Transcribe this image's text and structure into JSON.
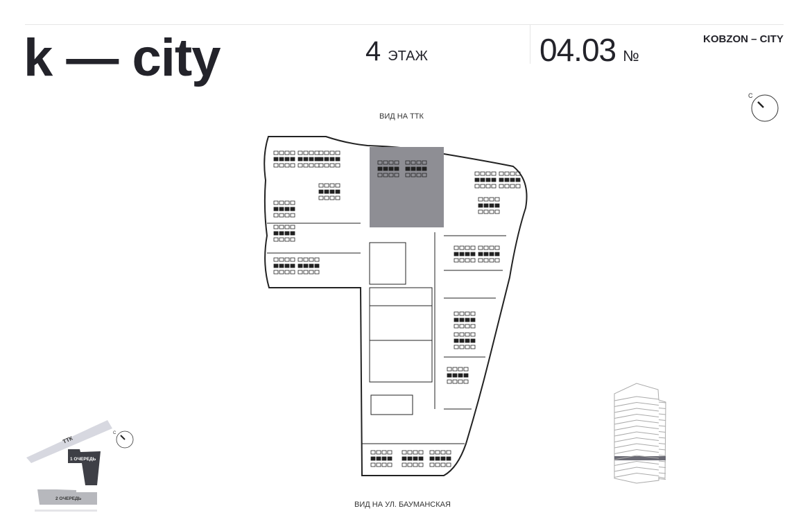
{
  "header": {
    "logo": "k — city",
    "floor_number": "4",
    "floor_label": "ЭТАЖ",
    "unit_number": "04.03",
    "unit_sign": "№",
    "brand": "KOBZON – CITY"
  },
  "plan": {
    "view_top": "ВИД НА ТТК",
    "view_bottom": "ВИД НА УЛ. БАУМАНСКАЯ",
    "compass_label": "С",
    "highlight_color": "#8e8e94"
  },
  "site_map": {
    "road_label": "ТТК",
    "phase1_label": "1 ОЧЕРЕДЬ",
    "phase2_label": "2 ОЧЕРЕДЬ",
    "compass_label": "С"
  },
  "building": {
    "highlight_color": "#6b6b75"
  }
}
